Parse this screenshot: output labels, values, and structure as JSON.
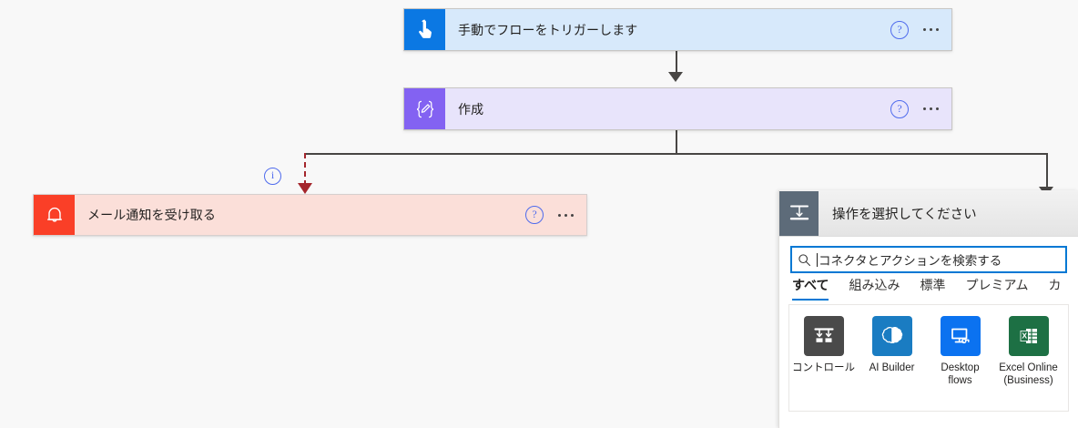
{
  "canvas": {
    "background": "#f8f8f8",
    "info_icon": "info-icon",
    "info_glyph": "i"
  },
  "nodes": [
    {
      "id": "trigger",
      "title": "手動でフローをトリガーします",
      "icon": "manual-trigger-hand-icon",
      "accent": "#0b78e3",
      "fill": "#d7e9fb",
      "help_label": "?",
      "menu_label": "···"
    },
    {
      "id": "compose",
      "title": "作成",
      "icon": "compose-braces-pencil-icon",
      "accent": "#8362f2",
      "fill": "#e8e4fb",
      "help_label": "?",
      "menu_label": "···"
    },
    {
      "id": "error",
      "title": "メール通知を受け取る",
      "icon": "bell-notification-icon",
      "accent": "#fa3f27",
      "fill": "#fbdfd9",
      "help_label": "?",
      "menu_label": "···"
    }
  ],
  "panel": {
    "title": "操作を選択してください",
    "header_icon": "control-icon",
    "search": {
      "icon": "search-icon",
      "placeholder": "コネクタとアクションを検索する",
      "value": ""
    },
    "tabs": [
      {
        "label": "すべて",
        "selected": true
      },
      {
        "label": "組み込み",
        "selected": false
      },
      {
        "label": "標準",
        "selected": false
      },
      {
        "label": "プレミアム",
        "selected": false
      },
      {
        "label": "カ",
        "selected": false
      }
    ],
    "connectors": [
      {
        "label": "コントロール",
        "icon": "control-icon",
        "color": "#4a4a4a"
      },
      {
        "label": "AI Builder",
        "icon": "ai-builder-brain-icon",
        "color": "#1a7cc2"
      },
      {
        "label": "Desktop\nflows",
        "icon": "desktop-flows-monitor-icon",
        "color": "#0b72f0"
      },
      {
        "label": "Excel Online\n(Business)",
        "icon": "excel-online-icon",
        "color": "#1d7044"
      }
    ]
  }
}
